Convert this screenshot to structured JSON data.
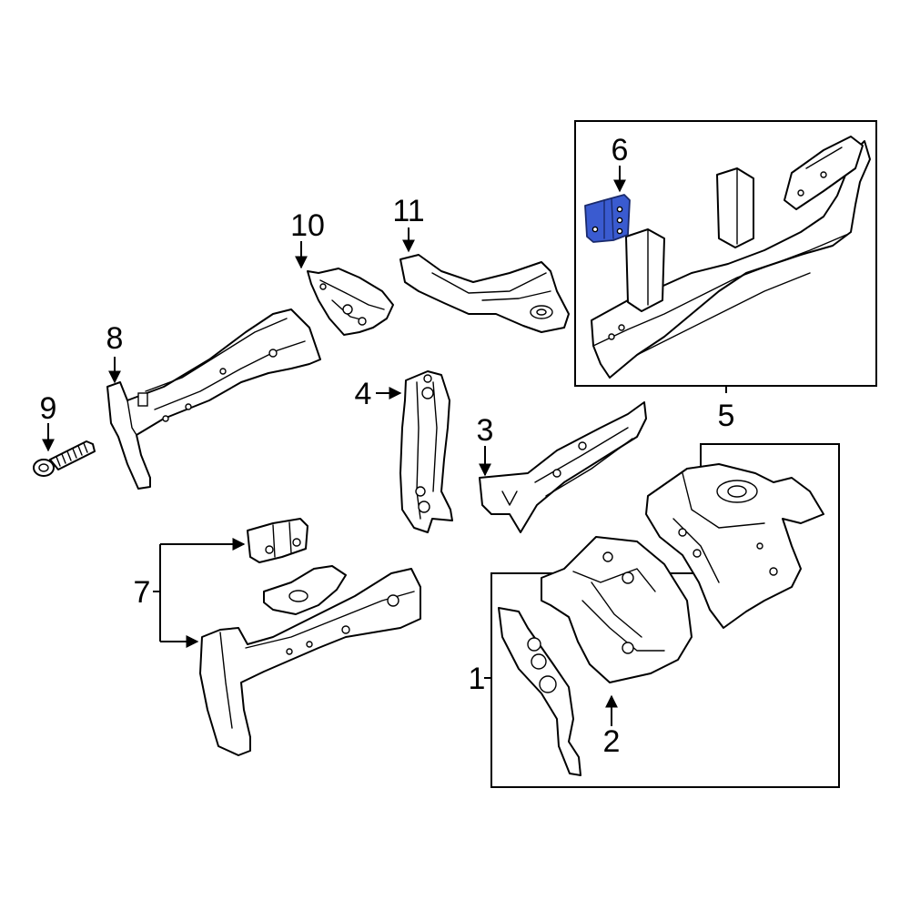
{
  "diagram": {
    "callouts": {
      "c1": "1",
      "c2": "2",
      "c3": "3",
      "c4": "4",
      "c5": "5",
      "c6": "6",
      "c7": "7",
      "c8": "8",
      "c9": "9",
      "c10": "10",
      "c11": "11"
    },
    "colors": {
      "highlight_part": "#3a5bd0",
      "line": "#000000",
      "background": "#ffffff"
    }
  }
}
